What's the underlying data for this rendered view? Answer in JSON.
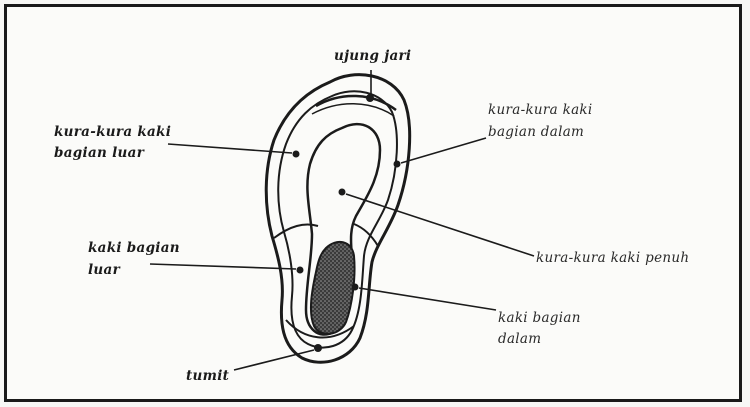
{
  "labels": {
    "ujung_jari": "ujung jari",
    "kura_luar_1": "kura-kura kaki",
    "kura_luar_2": "bagian luar",
    "kura_dalam_1": "kura-kura kaki",
    "kura_dalam_2": "bagian dalam",
    "kaki_luar_1": "kaki bagian",
    "kaki_luar_2": "luar",
    "kura_penuh": "kura-kura kaki penuh",
    "kaki_dalam_1": "kaki bagian",
    "kaki_dalam_2": "dalam",
    "tumit": "tumit"
  },
  "colors": {
    "ink": "#1b1b1b",
    "paper": "#fbfbf9",
    "frame": "#1a1a1a"
  }
}
